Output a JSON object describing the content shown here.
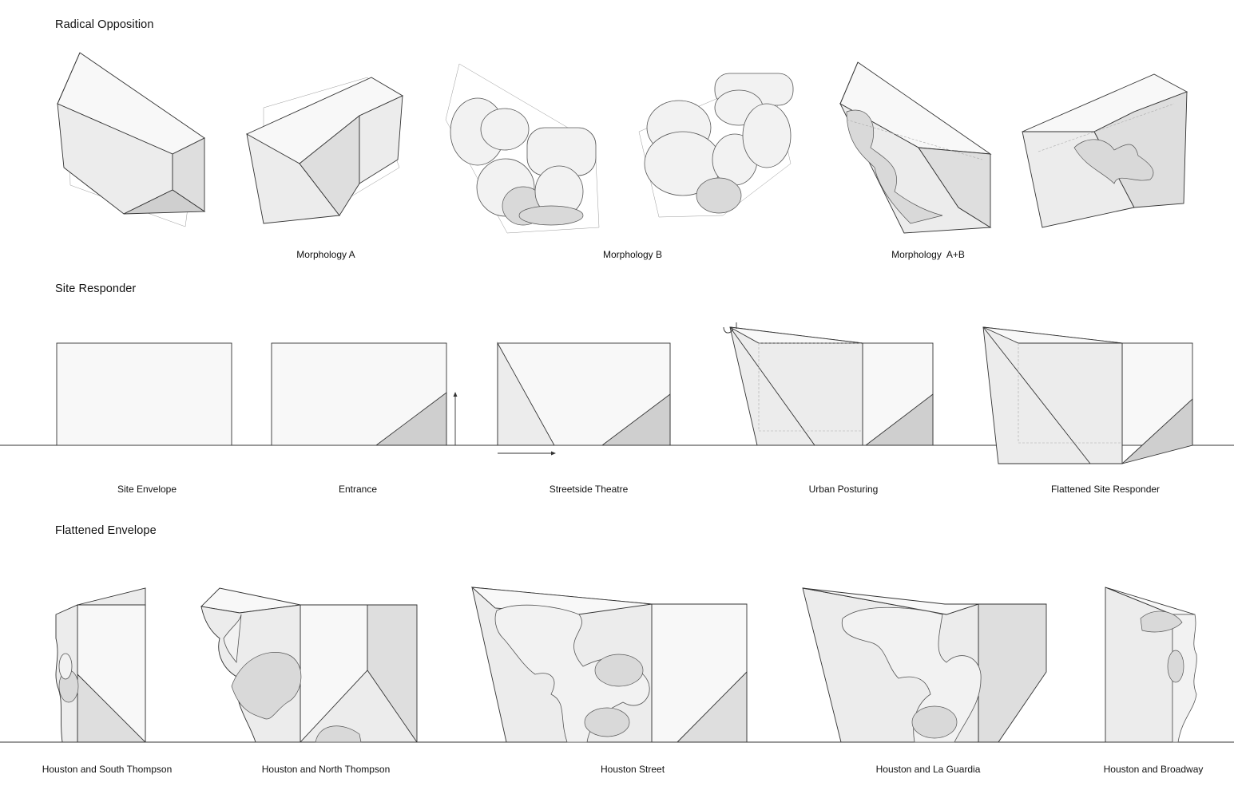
{
  "sections": {
    "radical": {
      "title": "Radical Opposition",
      "captions": [
        "Morphology A",
        "Morphology B",
        "Morphology  A+B"
      ]
    },
    "site": {
      "title": "Site Responder",
      "captions": [
        "Site Envelope",
        "Entrance",
        "Streetside Theatre",
        "Urban Posturing",
        "Flattened Site Responder"
      ]
    },
    "flattened": {
      "title": "Flattened Envelope",
      "captions": [
        "Houston and South Thompson",
        "Houston and North Thompson",
        "Houston Street",
        "Houston and La Guardia",
        "Houston and Broadway"
      ]
    }
  }
}
